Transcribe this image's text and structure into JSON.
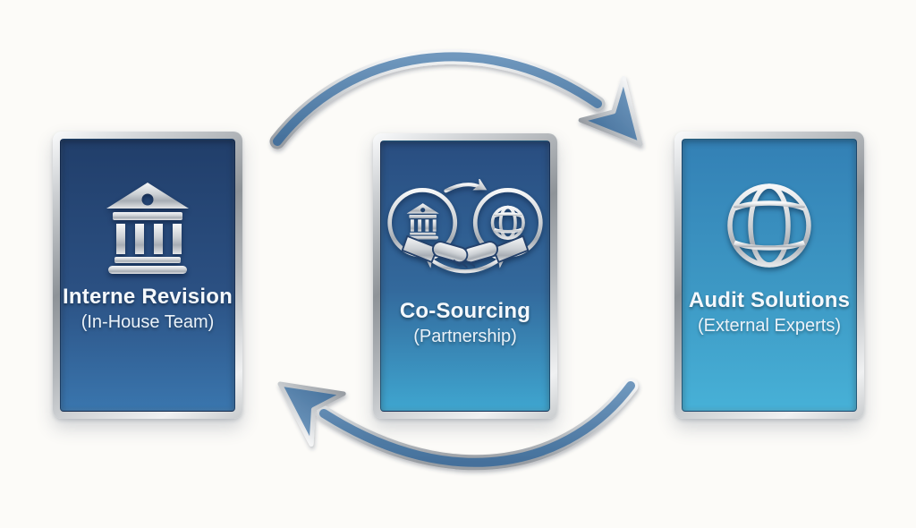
{
  "background_color": "#fcfbf8",
  "frame_silver_color": "#b7bbbf",
  "arrow_fill_color": "#5a85ae",
  "arrow_outline_color": "#c9cdd1",
  "cards": [
    {
      "title": "Interne Revision",
      "subtitle": "(In-House Team)",
      "icon": "bank-icon",
      "bg_top": "#213e6a",
      "bg_mid": "#2b5082",
      "bg_bottom": "#3a76ae"
    },
    {
      "title": "Co-Sourcing",
      "subtitle": "(Partnership)",
      "icon": "co-sourcing-icon",
      "bg_top": "#294d80",
      "bg_mid": "#33699c",
      "bg_bottom": "#3fa6d0"
    },
    {
      "title": "Audit Solutions",
      "subtitle": "(External Experts)",
      "icon": "globe-icon",
      "bg_top": "#3380b5",
      "bg_mid": "#3d98c4",
      "bg_bottom": "#47b1d7"
    }
  ]
}
